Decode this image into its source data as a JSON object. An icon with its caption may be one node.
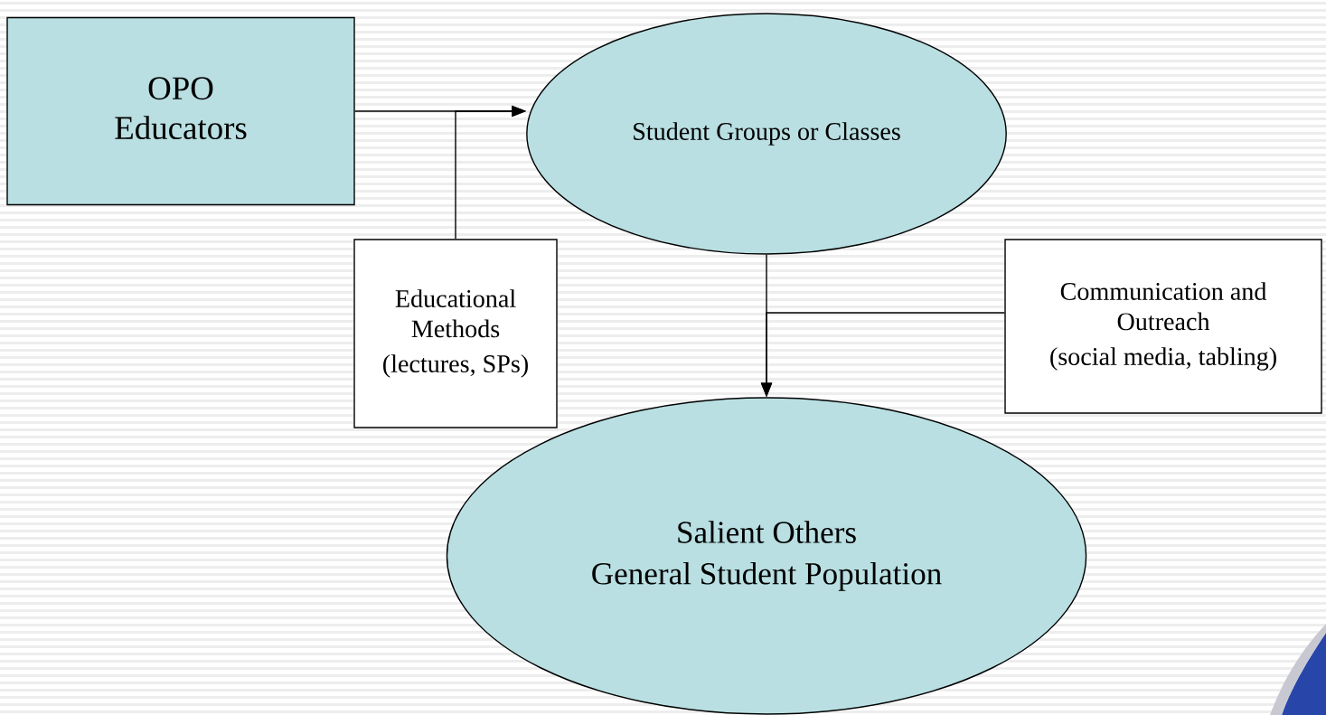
{
  "diagram": {
    "nodes": [
      {
        "text": [
          "OPO Educators"
        ]
      },
      {
        "text": [
          "Student Groups or Classes"
        ]
      },
      {
        "text": [
          "Educational Methods",
          "(lectures, SPs)"
        ]
      },
      {
        "text": [
          "Communication and Outreach",
          "(social media, tabling)"
        ]
      },
      {
        "text": [
          "Salient Others",
          "General Student Population"
        ]
      }
    ],
    "edges": [
      {
        "from": 0,
        "to": 1,
        "arrow": "to"
      },
      {
        "from": 2,
        "to": 1,
        "arrow": "to"
      },
      {
        "from": 1,
        "to": 4,
        "arrow": "to"
      },
      {
        "from": 3,
        "to": 4,
        "arrow": "to"
      }
    ]
  }
}
